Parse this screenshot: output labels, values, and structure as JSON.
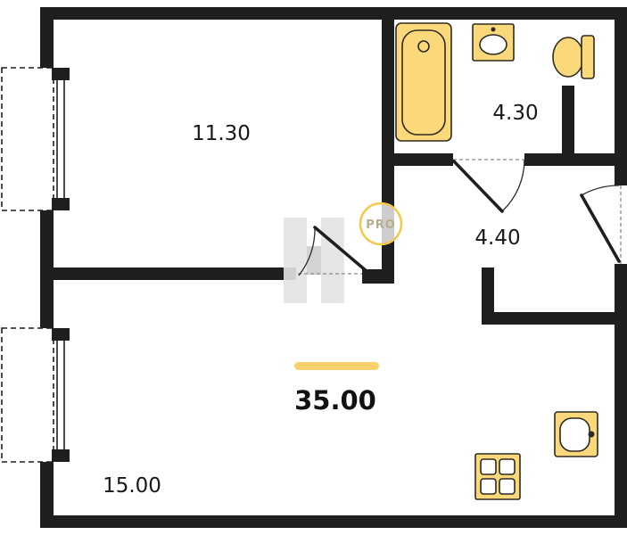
{
  "plan": {
    "watermark_badge": "PRO",
    "rooms": [
      {
        "id": "bedroom",
        "area": "11.30"
      },
      {
        "id": "bathroom",
        "area": "4.30"
      },
      {
        "id": "hall",
        "area": "4.40"
      },
      {
        "id": "living-room",
        "area": "15.00"
      }
    ],
    "total_area": "35.00",
    "fixtures": [
      {
        "icon": "bathtub-icon"
      },
      {
        "icon": "washbasin-icon"
      },
      {
        "icon": "toilet-icon"
      },
      {
        "icon": "kitchen-sink-icon"
      },
      {
        "icon": "stove-icon"
      }
    ],
    "colors": {
      "wall": "#1f1f1f",
      "fixture_fill": "#fbd97b",
      "fixture_stroke": "#2e2a22",
      "accent_line": "#f7d06b",
      "pro_ring": "#f2c94c",
      "watermark_gray": "#e4e4e4"
    }
  }
}
